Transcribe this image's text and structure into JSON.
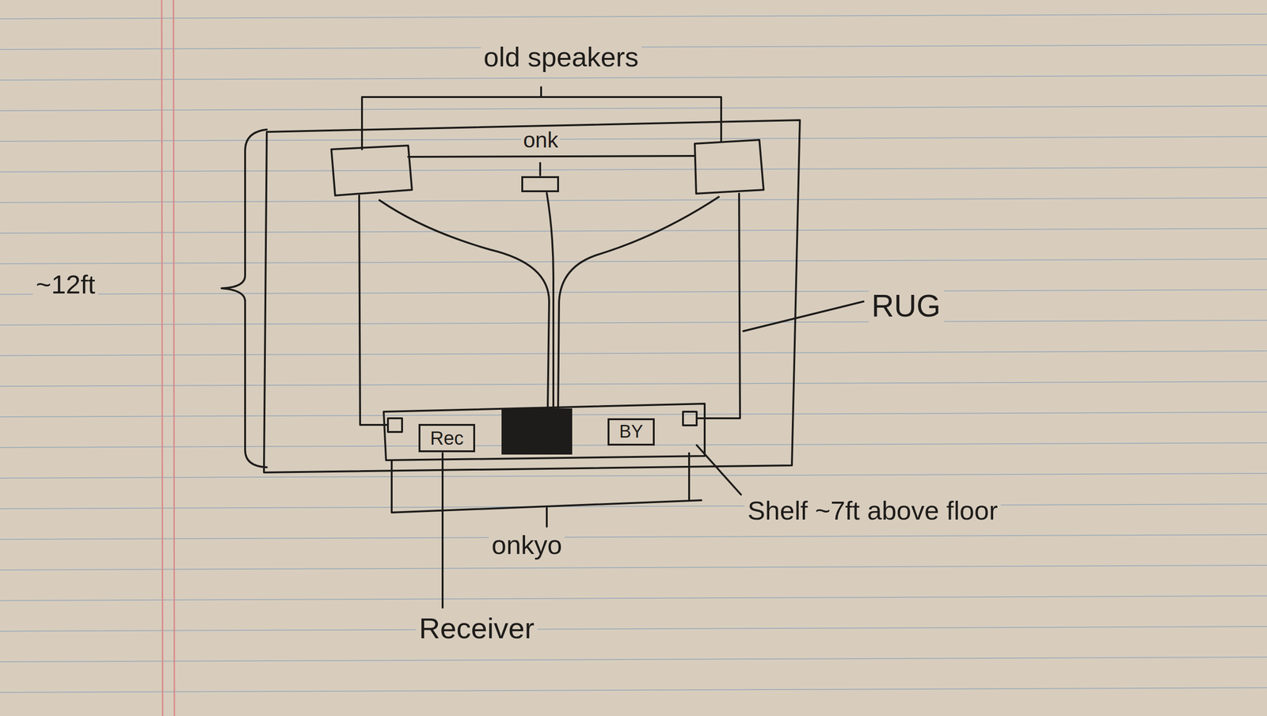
{
  "diagram": {
    "nodes": [
      {
        "text": [
          "onk"
        ]
      },
      {
        "text": [
          "Rec"
        ]
      },
      {
        "text": [
          "BY"
        ]
      }
    ],
    "labels": [
      "old speakers",
      "~12ft",
      "RUG",
      "Shelf ~7ft above floor",
      "onkyo",
      "Receiver"
    ]
  }
}
